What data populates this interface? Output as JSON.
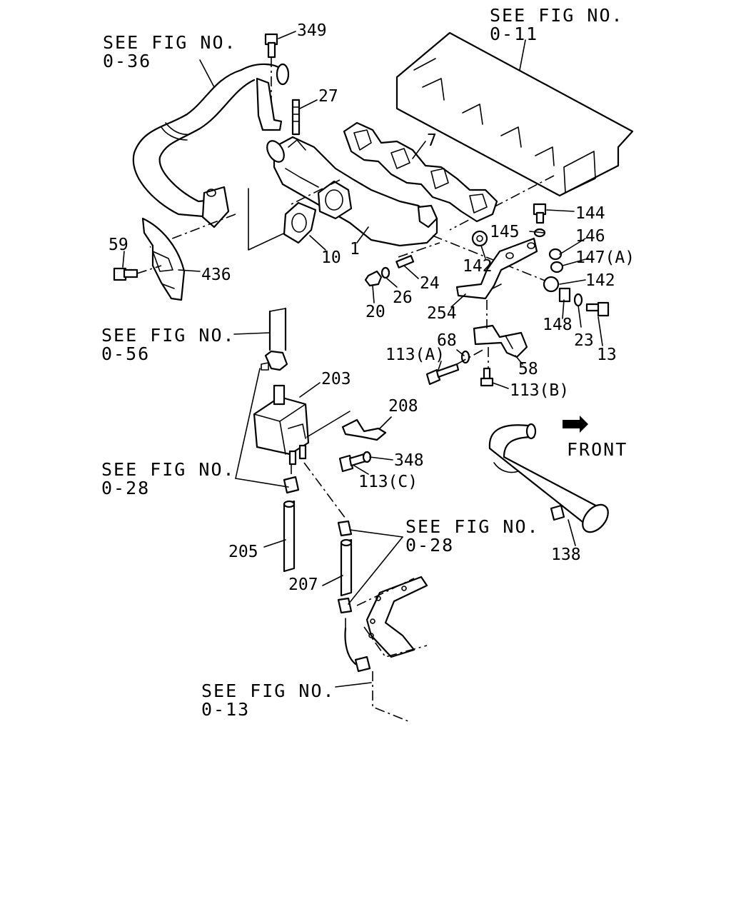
{
  "references": [
    {
      "id": "fig-0-11",
      "line1": "SEE FIG NO.",
      "line2": "0-11"
    },
    {
      "id": "fig-0-36",
      "line1": "SEE FIG NO.",
      "line2": "0-36"
    },
    {
      "id": "fig-0-56",
      "line1": "SEE FIG NO.",
      "line2": "0-56"
    },
    {
      "id": "fig-0-28a",
      "line1": "SEE FIG NO.",
      "line2": "0-28"
    },
    {
      "id": "fig-0-28b",
      "line1": "SEE FIG NO.",
      "line2": "0-28"
    },
    {
      "id": "fig-0-13",
      "line1": "SEE FIG NO.",
      "line2": "0-13"
    }
  ],
  "direction_label": "FRONT",
  "part_numbers": [
    "349",
    "27",
    "7",
    "144",
    "145",
    "146",
    "147(A)",
    "142",
    "142",
    "148",
    "23",
    "13",
    "59",
    "436",
    "10",
    "1",
    "24",
    "26",
    "20",
    "254",
    "113(A)",
    "68",
    "58",
    "113(B)",
    "203",
    "208",
    "348",
    "113(C)",
    "205",
    "207",
    "138"
  ]
}
